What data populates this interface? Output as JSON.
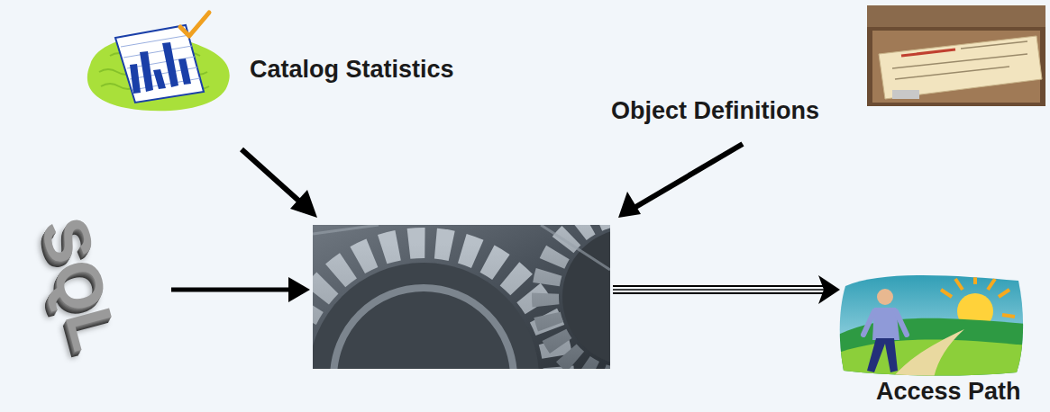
{
  "diagram": {
    "nodes": [
      {
        "text": [
          "Catalog Statistics"
        ]
      },
      {
        "text": [
          "Object Definitions"
        ]
      },
      {
        "text": [
          "SQL"
        ]
      },
      {
        "text": [
          "Access Path"
        ]
      }
    ]
  }
}
